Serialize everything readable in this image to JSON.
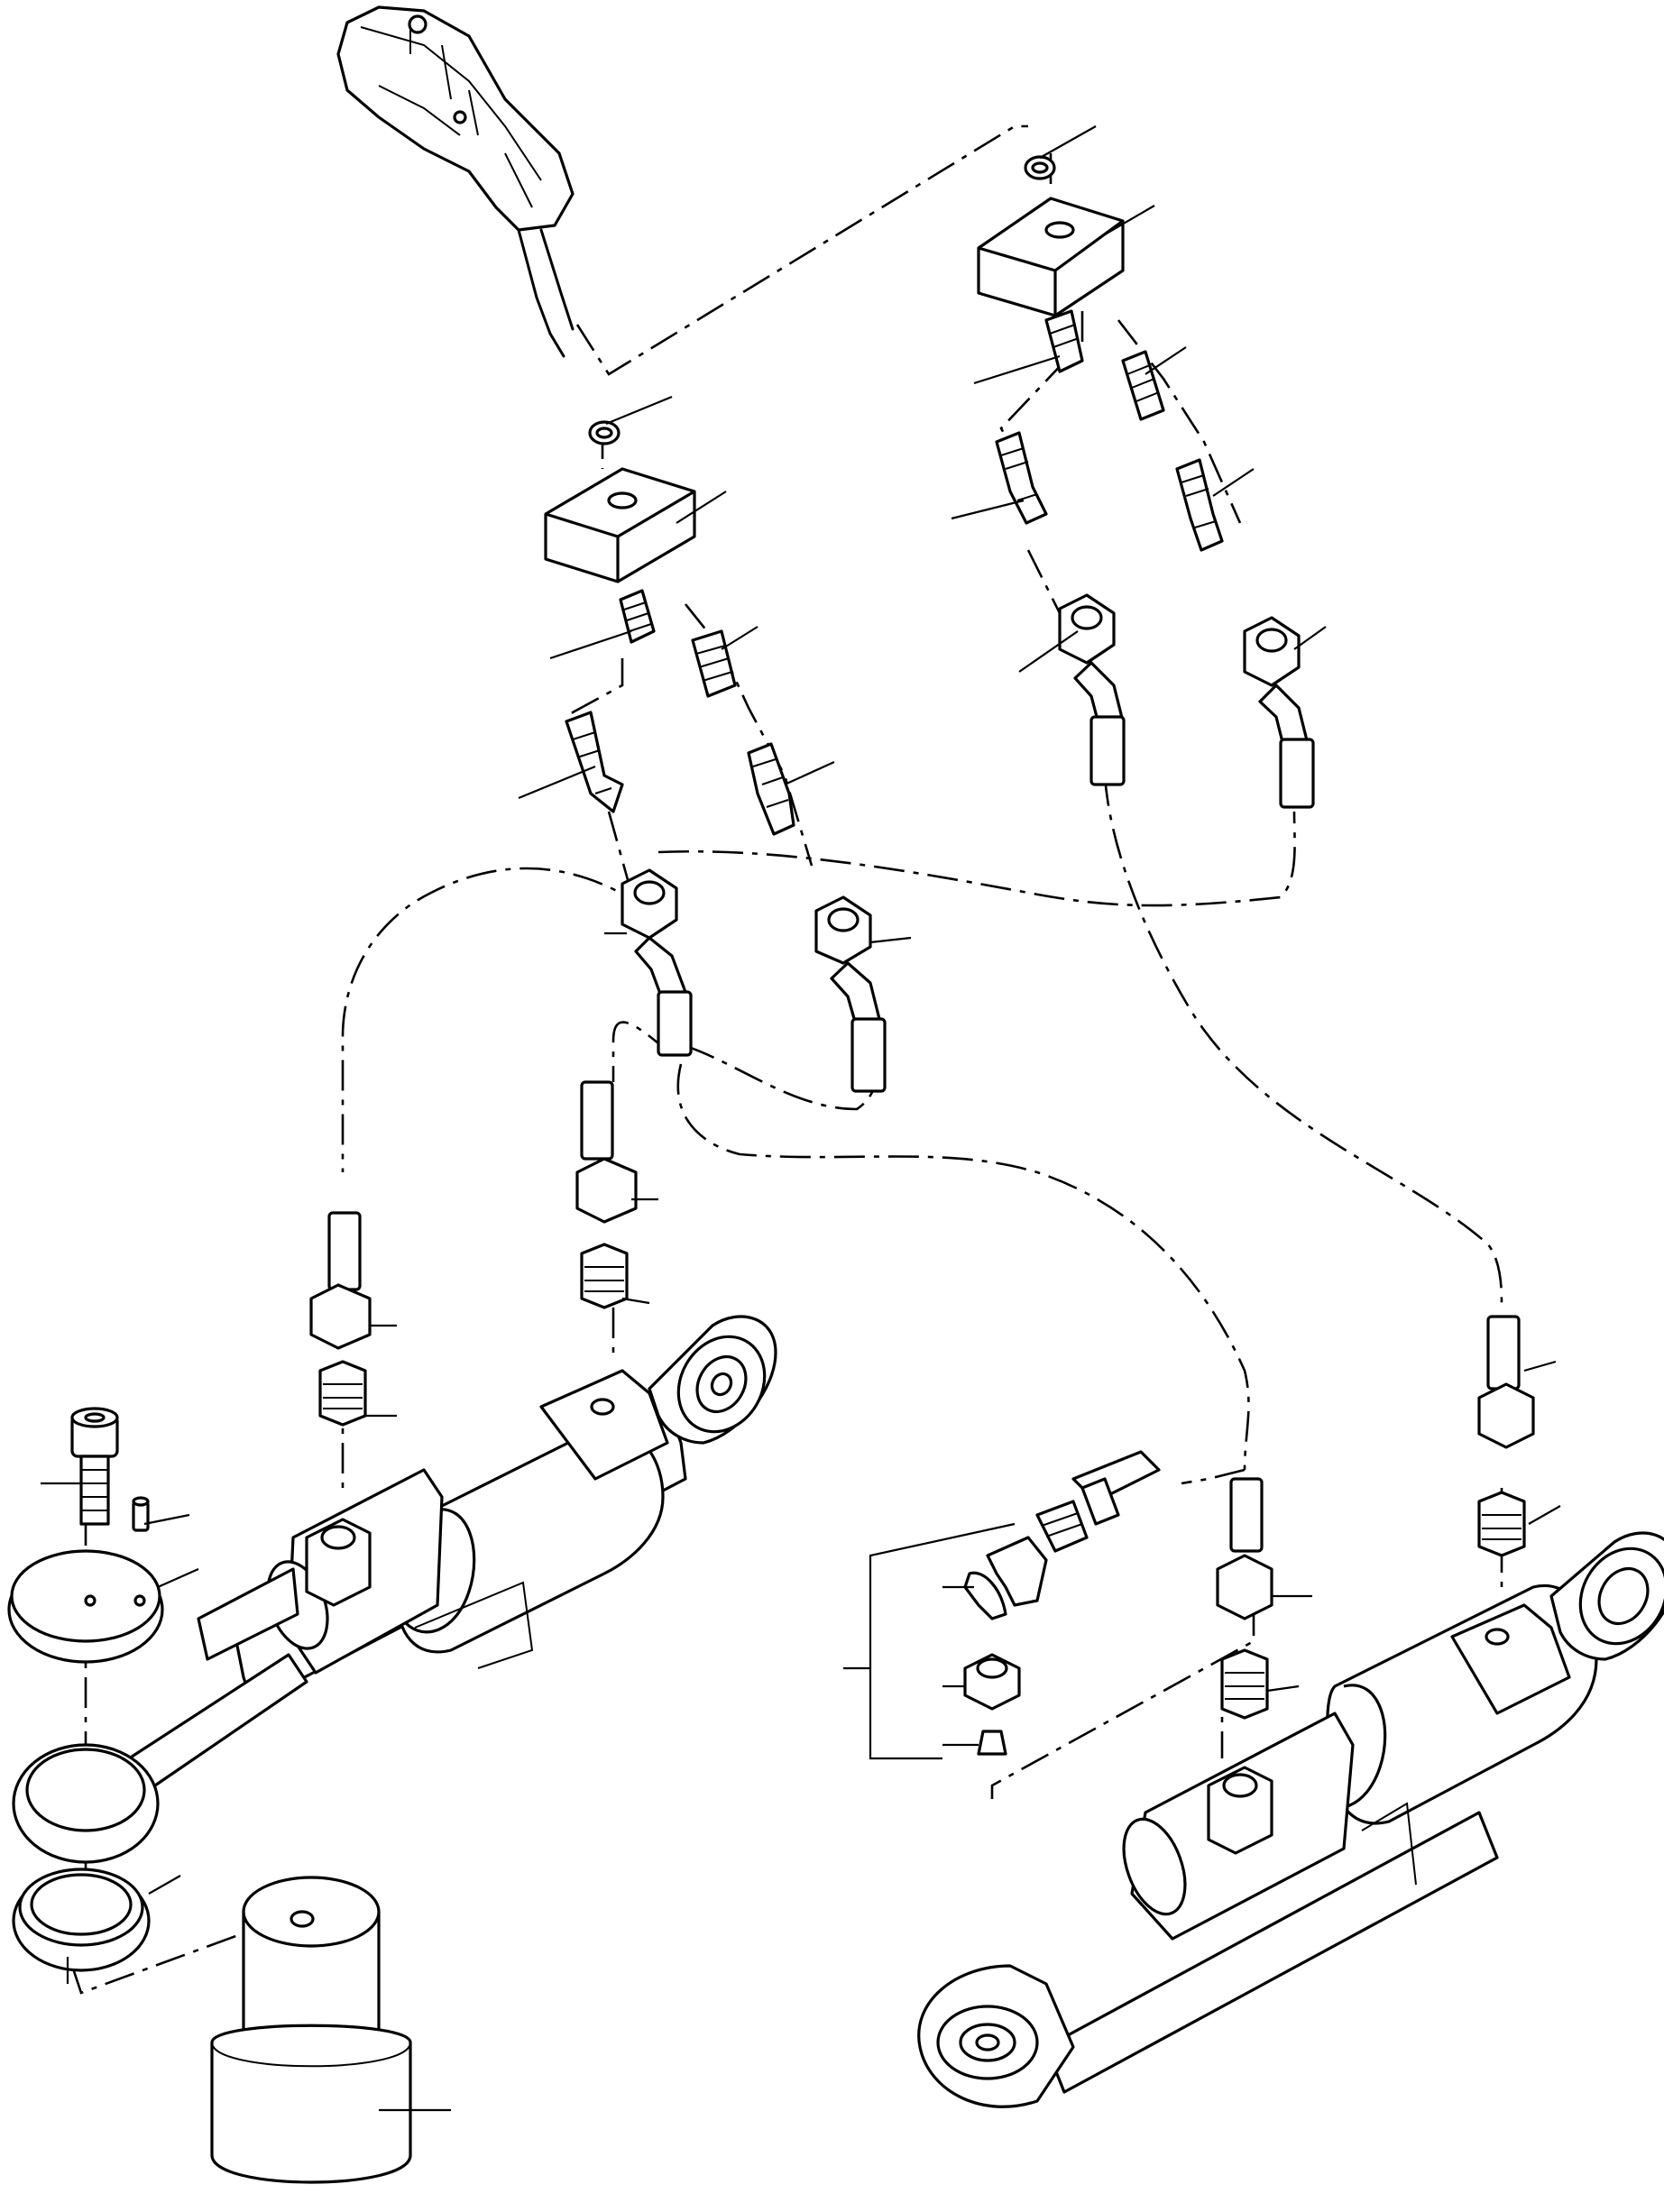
{
  "diagram": {
    "kind": "exploded-parts-drawing",
    "text_labels": [],
    "parts": [
      {
        "id": "control-valve-lever",
        "icon": "control-valve-icon"
      },
      {
        "id": "oring-left",
        "icon": "oring-icon"
      },
      {
        "id": "oring-right",
        "icon": "oring-icon"
      },
      {
        "id": "tee-block-left",
        "icon": "manifold-block-icon"
      },
      {
        "id": "tee-block-right",
        "icon": "manifold-block-icon"
      },
      {
        "id": "adapter-fittings",
        "icon": "hydraulic-fitting-icon"
      },
      {
        "id": "elbow-hose-ends",
        "icon": "hose-elbow-icon"
      },
      {
        "id": "hose-end-fittings",
        "icon": "hose-end-icon"
      },
      {
        "id": "steering-cylinder-left",
        "icon": "hydraulic-cylinder-icon"
      },
      {
        "id": "steering-cylinder-right",
        "icon": "hydraulic-cylinder-icon"
      },
      {
        "id": "cap-screw",
        "icon": "bolt-icon"
      },
      {
        "id": "dowel-pin",
        "icon": "pin-icon"
      },
      {
        "id": "retaining-plate",
        "icon": "washer-plate-icon"
      },
      {
        "id": "bushing-ring-large",
        "icon": "bushing-icon"
      },
      {
        "id": "seal-ring",
        "icon": "seal-ring-icon"
      },
      {
        "id": "installation-tool",
        "icon": "tool-icon"
      },
      {
        "id": "grease-elbow-kit",
        "icon": "grease-fitting-icon"
      }
    ],
    "line_color": "#000000",
    "background_color": "#ffffff"
  }
}
